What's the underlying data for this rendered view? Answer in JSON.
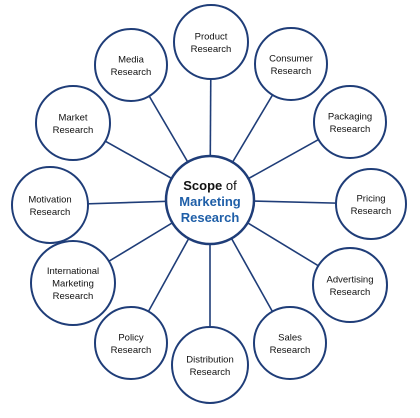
{
  "center": {
    "line1_strong": "Scope",
    "line1_rest": " of",
    "line2": "Marketing",
    "line3": "Research"
  },
  "nodes": [
    {
      "id": "product",
      "lines": [
        "Product",
        "Research"
      ]
    },
    {
      "id": "consumer",
      "lines": [
        "Consumer",
        "Research"
      ]
    },
    {
      "id": "packaging",
      "lines": [
        "Packaging",
        "Research"
      ]
    },
    {
      "id": "pricing",
      "lines": [
        "Pricing",
        "Research"
      ]
    },
    {
      "id": "advertising",
      "lines": [
        "Advertising",
        "Research"
      ]
    },
    {
      "id": "sales",
      "lines": [
        "Sales",
        "Research"
      ]
    },
    {
      "id": "distribution",
      "lines": [
        "Distribution",
        "Research"
      ]
    },
    {
      "id": "policy",
      "lines": [
        "Policy",
        "Research"
      ]
    },
    {
      "id": "international",
      "lines": [
        "International",
        "Marketing",
        "Research"
      ]
    },
    {
      "id": "motivation",
      "lines": [
        "Motivation",
        "Research"
      ]
    },
    {
      "id": "market",
      "lines": [
        "Market",
        "Research"
      ]
    },
    {
      "id": "media",
      "lines": [
        "Media",
        "Research"
      ]
    }
  ],
  "colors": {
    "stroke": "#1f3d78",
    "center_highlight": "#1f5fa8",
    "text": "#111111"
  }
}
